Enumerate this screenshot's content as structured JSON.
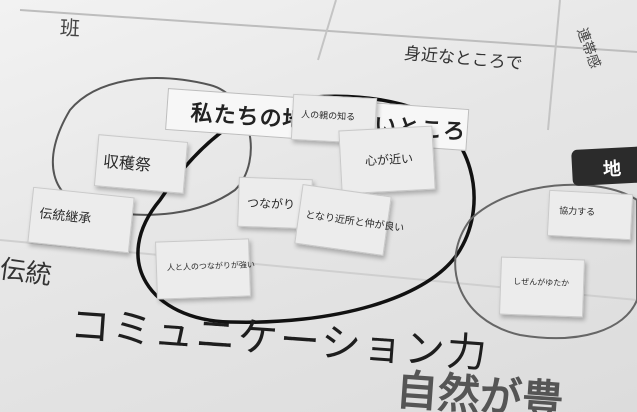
{
  "poster": {
    "title": "私たちの地域のいいところ",
    "group_label": "班",
    "near_label": "身近なところで",
    "top_right_label": "連帯感",
    "black_tab_label": "地"
  },
  "sticky_notes": [
    {
      "id": "note-1",
      "text": "人の親の知る"
    },
    {
      "id": "note-2",
      "text": "心が近い"
    },
    {
      "id": "note-3",
      "text": "つながり"
    },
    {
      "id": "note-4",
      "text": "となり近所と仲が良い"
    },
    {
      "id": "note-5",
      "text": "人と人のつながりが強い"
    },
    {
      "id": "note-6",
      "text": "収穫祭"
    },
    {
      "id": "note-7",
      "text": "伝統継承"
    },
    {
      "id": "note-8",
      "text": "協力する"
    },
    {
      "id": "note-9",
      "text": "しぜんがゆたか"
    }
  ],
  "handwriting": {
    "bottom_main": "コミュニケーション力",
    "left_edge": "伝統",
    "bottom_right": "自然が豊"
  }
}
